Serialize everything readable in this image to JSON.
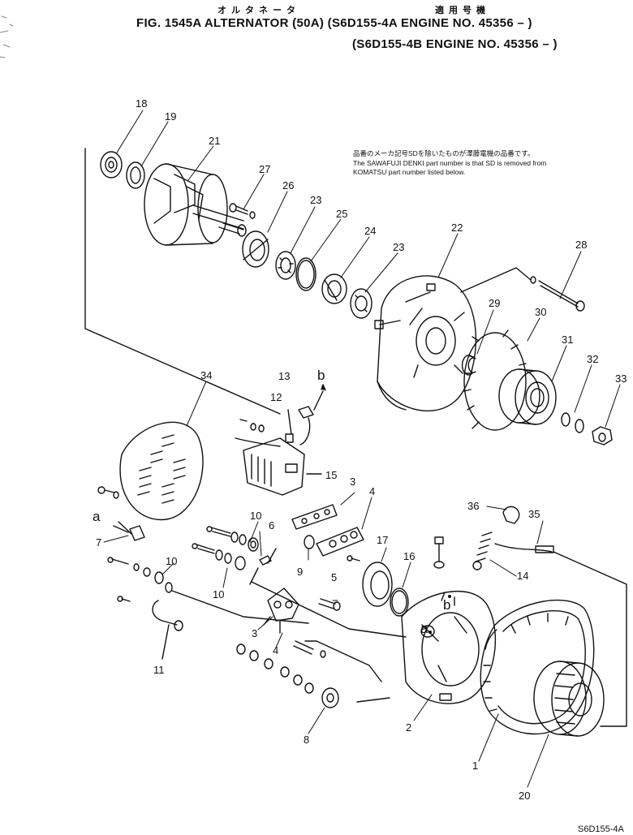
{
  "header": {
    "kana_title": "オルタネータ",
    "kana_applicable": "適用号機",
    "line1": "FIG. 1545A  ALTERNATOR (50A)  (S6D155-4A  ENGINE NO. 45356 – )",
    "line2": "(S6D155-4B  ENGINE NO. 45356 – )"
  },
  "note": {
    "jp": "品番のメーカ記号SDを除いたものが澤藤電機の品番です。",
    "en_line1": "The SAWAFUJI DENKI part number is that SD is removed from",
    "en_line2": "KOMATSU part number listed below."
  },
  "callouts": {
    "c1": "1",
    "c2": "2",
    "c3a": "3",
    "c3b": "3",
    "c4a": "4",
    "c4b": "4",
    "c5": "5",
    "c6": "6",
    "c7": "7",
    "c8": "8",
    "c9": "9",
    "c10a": "10",
    "c10b": "10",
    "c10c": "10",
    "c11": "11",
    "c12": "12",
    "c13": "13",
    "c14": "14",
    "c15": "15",
    "c16": "16",
    "c17": "17",
    "c18": "18",
    "c19": "19",
    "c20": "20",
    "c21": "21",
    "c22": "22",
    "c23a": "23",
    "c23b": "23",
    "c24": "24",
    "c25": "25",
    "c26": "26",
    "c27": "27",
    "c28": "28",
    "c29": "29",
    "c30": "30",
    "c31": "31",
    "c32": "32",
    "c33": "33",
    "c34": "34",
    "c35": "35",
    "c36": "36",
    "ref_a1": "a",
    "ref_a2": "a",
    "ref_b1": "b",
    "ref_b2": "b"
  },
  "footer": "S6D155-4A"
}
